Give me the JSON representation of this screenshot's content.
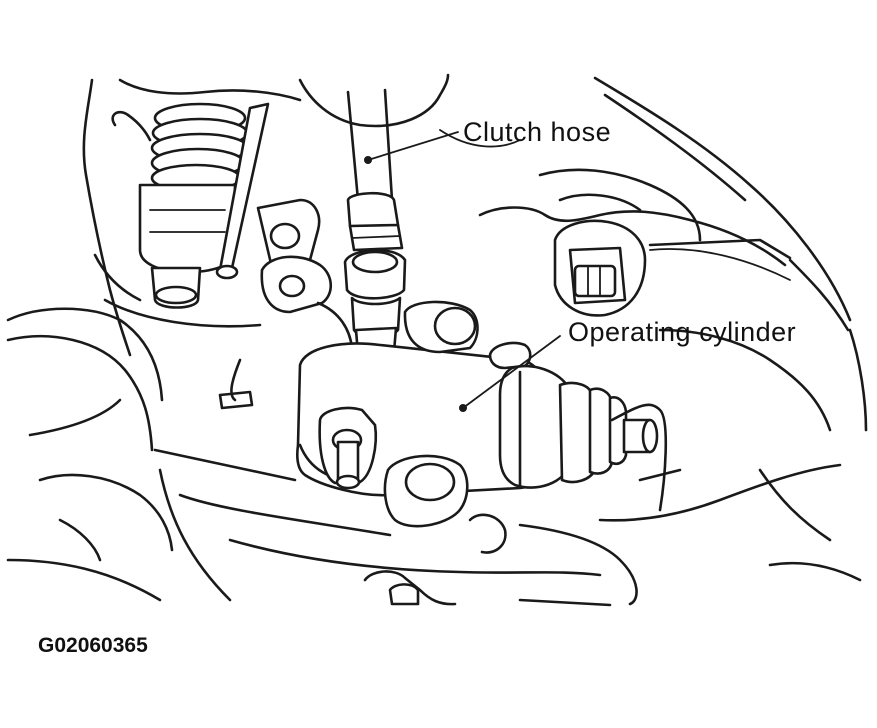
{
  "diagram": {
    "labels": {
      "clutch_hose": "Clutch hose",
      "operating_cylinder": "Operating cylinder"
    },
    "figure_id": "G02060365"
  },
  "colors": {
    "ink": "#1a1a1a",
    "background": "#ffffff"
  }
}
